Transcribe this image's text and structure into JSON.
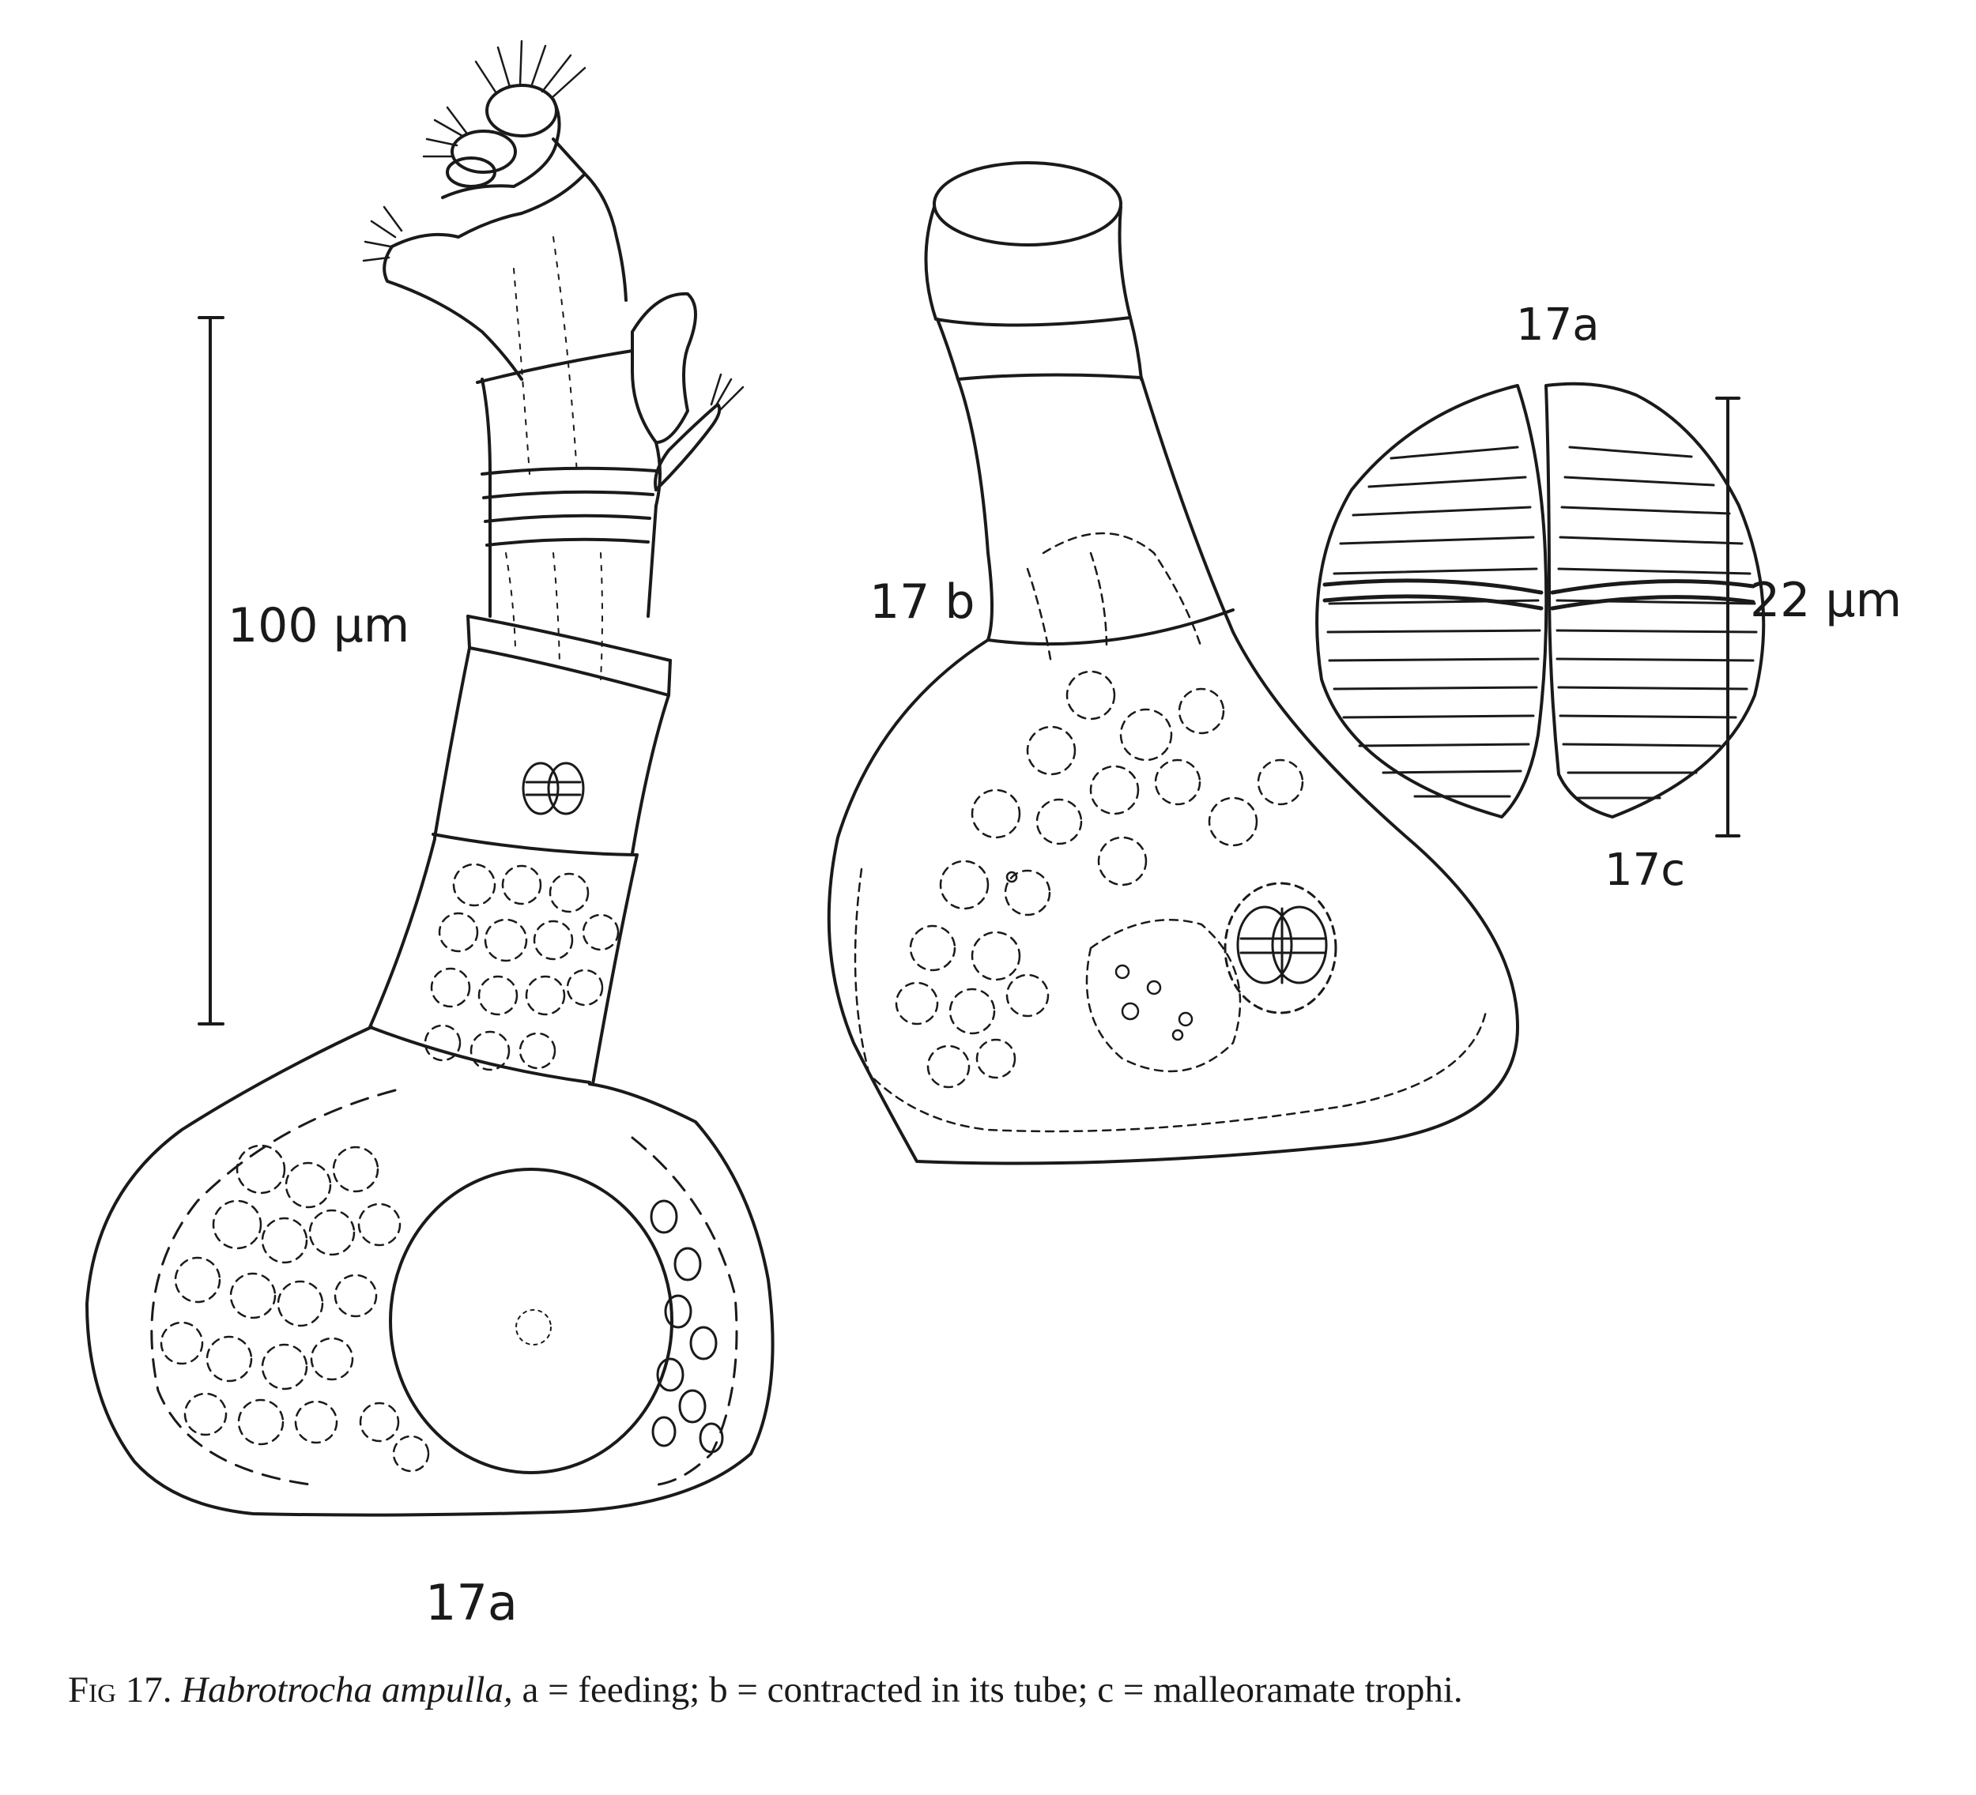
{
  "labels": {
    "fig_17a_top": "17a",
    "fig_17b": "17 b",
    "fig_17c": "17c",
    "fig_17a_bottom": "17a"
  },
  "scale_bars": {
    "large": "100 μm",
    "small": "22 μm"
  },
  "caption": {
    "figure_number": "Fig 17.",
    "species": "Habrotrocha ampulla,",
    "legend": "a = feeding; b = contracted in its tube; c = malleoramate trophi."
  },
  "colors": {
    "ink": "#1a1a1a",
    "paper": "#ffffff"
  }
}
